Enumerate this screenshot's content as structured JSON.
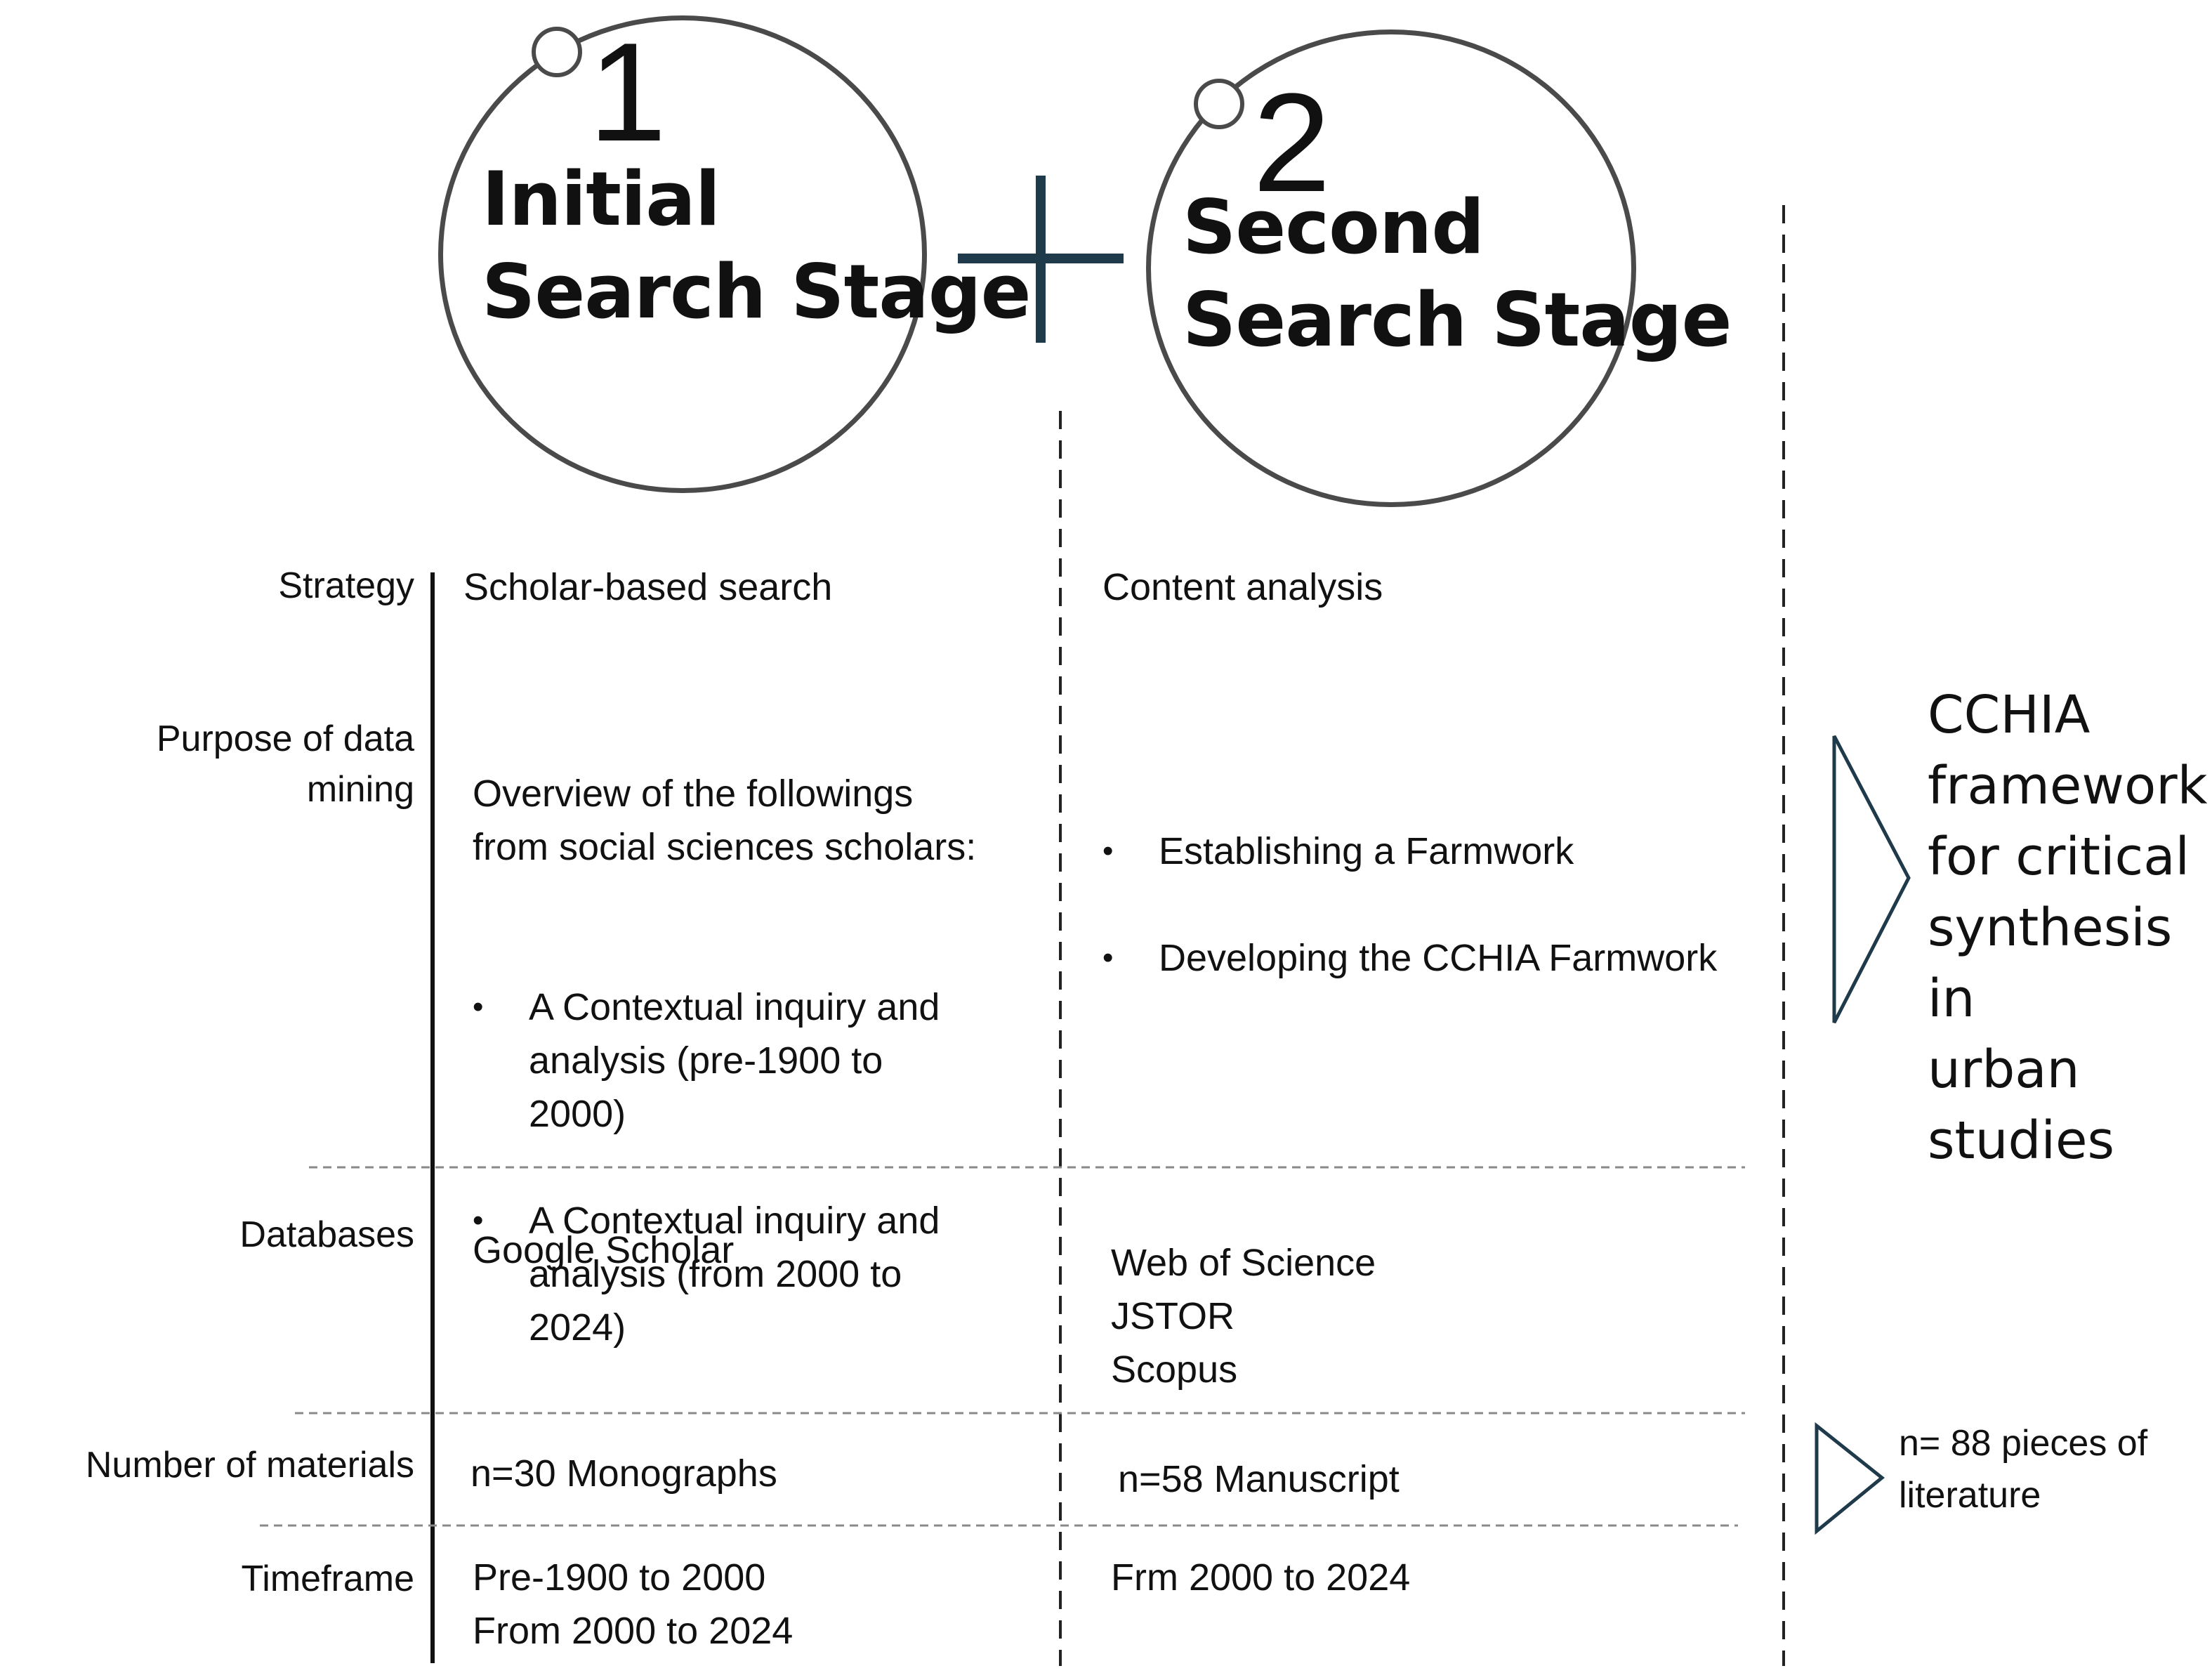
{
  "stages": [
    {
      "number": "1",
      "title": "Initial\nSearch Stage"
    },
    {
      "number": "2",
      "title": "Second\nSearch Stage"
    }
  ],
  "rows": {
    "strategy": {
      "label": "Strategy",
      "stage1": "Scholar-based search",
      "stage2": "Content analysis"
    },
    "purpose": {
      "label": "Purpose of data\nmining",
      "stage1_intro": "Overview of the followings\nfrom social sciences scholars:",
      "stage1_bullets": [
        "A Contextual inquiry and\nanalysis (pre-1900 to\n2000)",
        "A Contextual inquiry and\nanalysis (from 2000 to\n2024)"
      ],
      "stage2_bullets": [
        "Establishing a Farmwork",
        "Developing the CCHIA Farmwork"
      ]
    },
    "databases": {
      "label": "Databases",
      "stage1": "Google Scholar",
      "stage2": "Web of Science\nJSTOR\nScopus"
    },
    "materials": {
      "label": "Number of materials",
      "stage1": "n=30 Monographs",
      "stage2": "n=58 Manuscript"
    },
    "timeframe": {
      "label": "Timeframe",
      "stage1": "Pre-1900 to 2000\nFrom 2000 to 2024",
      "stage2": "Frm 2000 to 2024"
    }
  },
  "outcomes": {
    "framework": "CCHIA\nframework\nfor critical\nsynthesis in\nurban\nstudies",
    "total": "n= 88 pieces of\nliterature"
  },
  "colors": {
    "accent": "#1f3a4a",
    "circle_stroke": "#4a4a4a",
    "divider": "#8a8a8a"
  }
}
